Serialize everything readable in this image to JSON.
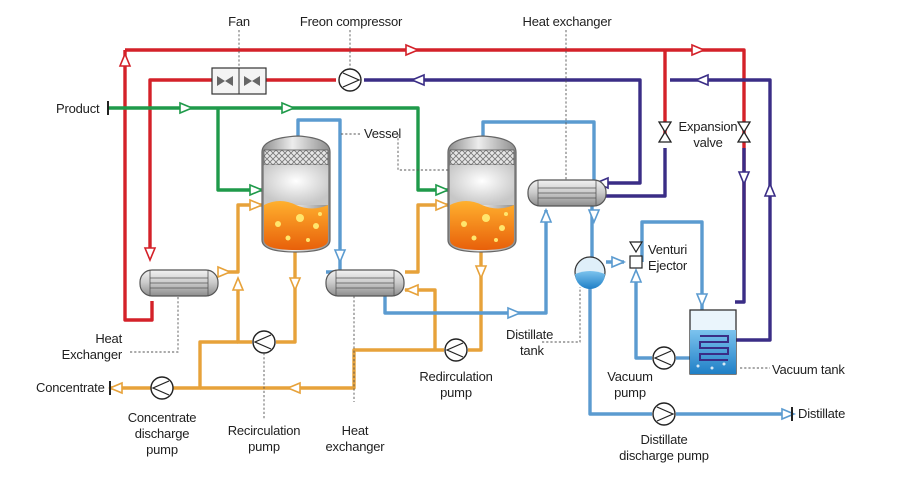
{
  "labels": {
    "fan": "Fan",
    "freon_compressor": "Freon compressor",
    "heat_exchanger_top": "Heat exchanger",
    "product": "Product",
    "vessel": "Vessel",
    "expansion_valve_1": "Expansion",
    "expansion_valve_2": "valve",
    "venturi_1": "Venturi",
    "venturi_2": "Ejector",
    "heat_exchanger_left_1": "Heat",
    "heat_exchanger_left_2": "Exchanger",
    "concentrate": "Concentrate",
    "concentrate_pump_1": "Concentrate",
    "concentrate_pump_2": "discharge",
    "concentrate_pump_3": "pump",
    "recirc_pump_left_1": "Recirculation",
    "recirc_pump_left_2": "pump",
    "heat_exchanger_mid_1": "Heat",
    "heat_exchanger_mid_2": "exchanger",
    "recirc_pump_right_1": "Redirculation",
    "recirc_pump_right_2": "pump",
    "distillate_tank_1": "Distillate",
    "distillate_tank_2": "tank",
    "vacuum_pump_1": "Vacuum",
    "vacuum_pump_2": "pump",
    "vacuum_tank": "Vacuum tank",
    "distillate": "Distillate",
    "distillate_pump_1": "Distillate",
    "distillate_pump_2": "discharge pump"
  },
  "colors": {
    "hot_freon": "#d42129",
    "cold_freon": "#3a2d86",
    "product": "#1f9a4a",
    "concentrate": "#e7a23a",
    "vapor": "#5b9bd0",
    "liquid_orange": "#f28a12",
    "water": "#3b9ad8",
    "metal": "#9a9a9a"
  }
}
